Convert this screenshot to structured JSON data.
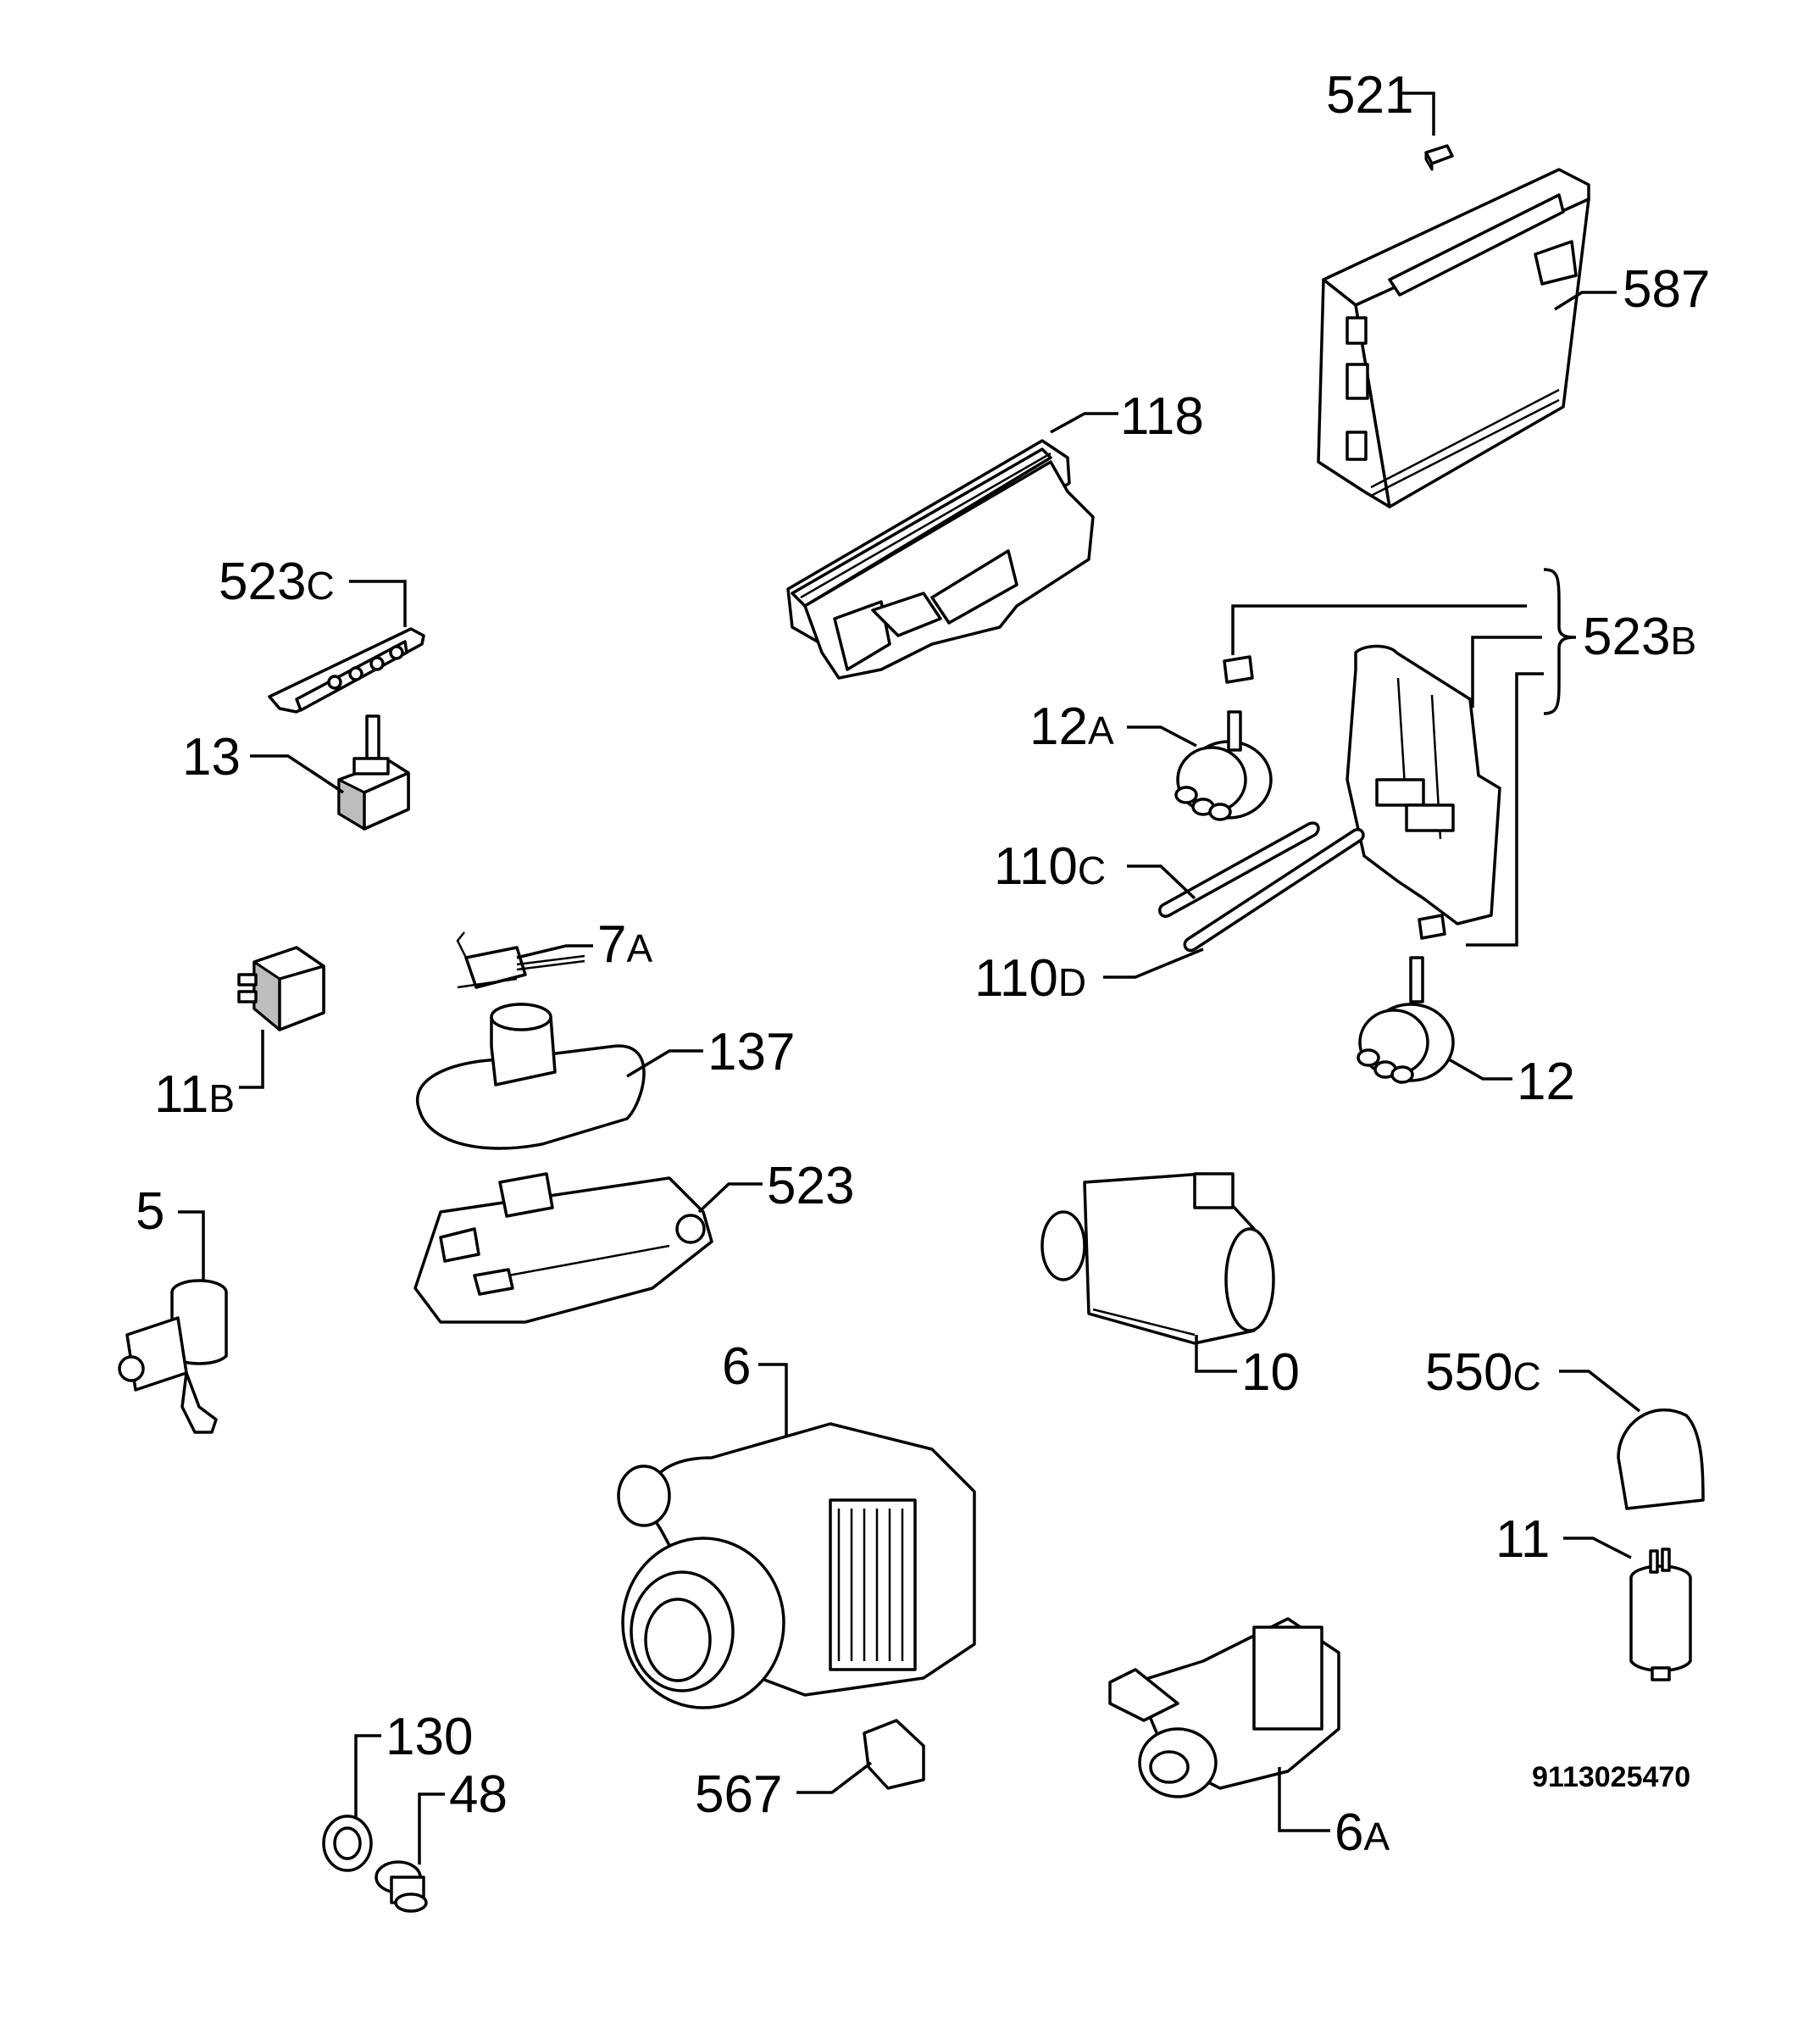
{
  "labels": {
    "l521": {
      "num": "521",
      "sfx": ""
    },
    "l587": {
      "num": "587",
      "sfx": ""
    },
    "l118": {
      "num": "118",
      "sfx": ""
    },
    "l523c": {
      "num": "523",
      "sfx": "C"
    },
    "l523b": {
      "num": "523",
      "sfx": "B"
    },
    "l13": {
      "num": "13",
      "sfx": ""
    },
    "l12a": {
      "num": "12",
      "sfx": "A"
    },
    "l110c": {
      "num": "110",
      "sfx": "C"
    },
    "l110d": {
      "num": "110",
      "sfx": "D"
    },
    "l7a": {
      "num": "7",
      "sfx": "A"
    },
    "l137": {
      "num": "137",
      "sfx": ""
    },
    "l11b": {
      "num": "11",
      "sfx": "B"
    },
    "l12": {
      "num": "12",
      "sfx": ""
    },
    "l523": {
      "num": "523",
      "sfx": ""
    },
    "l5": {
      "num": "5",
      "sfx": ""
    },
    "l10": {
      "num": "10",
      "sfx": ""
    },
    "l6": {
      "num": "6",
      "sfx": ""
    },
    "l550c": {
      "num": "550",
      "sfx": "C"
    },
    "l11": {
      "num": "11",
      "sfx": ""
    },
    "l130": {
      "num": "130",
      "sfx": ""
    },
    "l48": {
      "num": "48",
      "sfx": ""
    },
    "l567": {
      "num": "567",
      "sfx": ""
    },
    "l6a": {
      "num": "6",
      "sfx": "A"
    }
  },
  "document_number": "9113025470"
}
